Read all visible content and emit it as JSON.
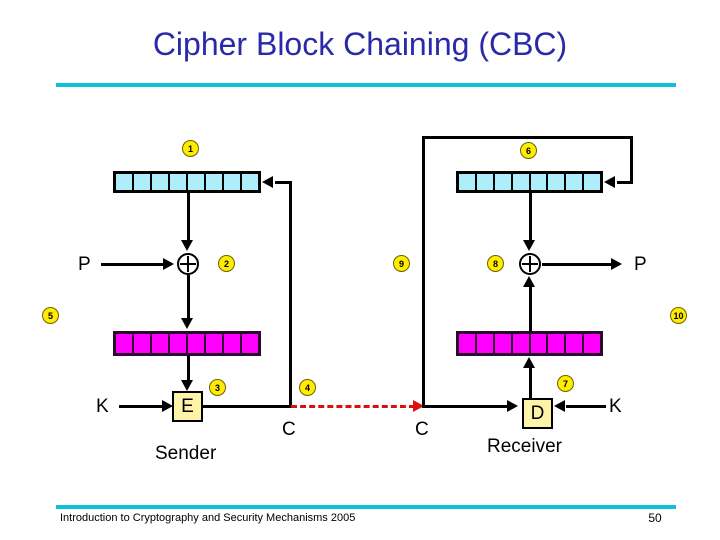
{
  "slide": {
    "title": "Cipher Block Chaining (CBC)",
    "accent_color": "#13bfd8",
    "title_color": "#2a2aa8",
    "footer": {
      "text": "Introduction to Cryptography and Security Mechanisms 2005",
      "page_number": "50"
    }
  },
  "diagram": {
    "colors": {
      "shift_register_fill": "#aeeefc",
      "data_register_fill": "#ff00ff",
      "cipher_box_fill": "#fdf4a8",
      "badge_fill": "#ffec00",
      "channel_arrow": "#d81010",
      "line": "#000000"
    },
    "badges": [
      {
        "id": "1",
        "label": "1"
      },
      {
        "id": "2",
        "label": "2"
      },
      {
        "id": "3",
        "label": "3"
      },
      {
        "id": "4",
        "label": "4"
      },
      {
        "id": "5",
        "label": "5"
      },
      {
        "id": "6",
        "label": "6"
      },
      {
        "id": "7",
        "label": "7"
      },
      {
        "id": "8",
        "label": "8"
      },
      {
        "id": "9",
        "label": "9"
      },
      {
        "id": "10",
        "label": "10"
      }
    ],
    "sender": {
      "caption": "Sender",
      "plaintext_label": "P",
      "key_label": "K",
      "cipher_box_label": "E",
      "ciphertext_label": "C",
      "shift_register_cells": 8,
      "data_register_cells": 8
    },
    "receiver": {
      "caption": "Receiver",
      "plaintext_label": "P",
      "key_label": "K",
      "cipher_box_label": "D",
      "ciphertext_label": "C",
      "shift_register_cells": 8,
      "data_register_cells": 8
    }
  }
}
